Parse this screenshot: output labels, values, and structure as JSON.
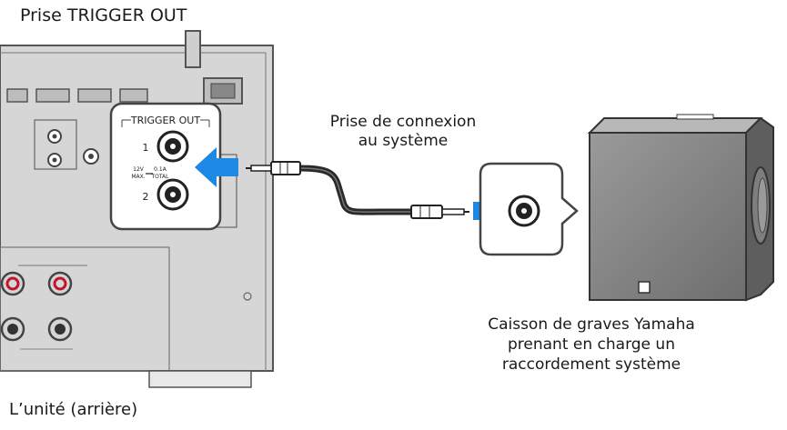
{
  "labels": {
    "top_title": "Prise TRIGGER OUT",
    "connection_line1": "Prise de connexion",
    "connection_line2": "au système",
    "subwoofer_line1": "Caisson de graves Yamaha",
    "subwoofer_line2": "prenant en charge un",
    "subwoofer_line3": "raccordement système",
    "unit_caption": "L’unité (arrière)"
  },
  "callout": {
    "heading": "TRIGGER OUT",
    "port1": "1",
    "port2": "2",
    "spec_left_top": "12V",
    "spec_left_bottom": "MAX.",
    "spec_right_top": "0.1A",
    "spec_right_bottom": "TOTAL"
  },
  "colors": {
    "arrow_blue": "#1e88e5",
    "panel_gray": "#d6d6d6",
    "panel_stroke": "#555555",
    "jack_red": "#c0152a",
    "cable": "#2a2a2a"
  }
}
